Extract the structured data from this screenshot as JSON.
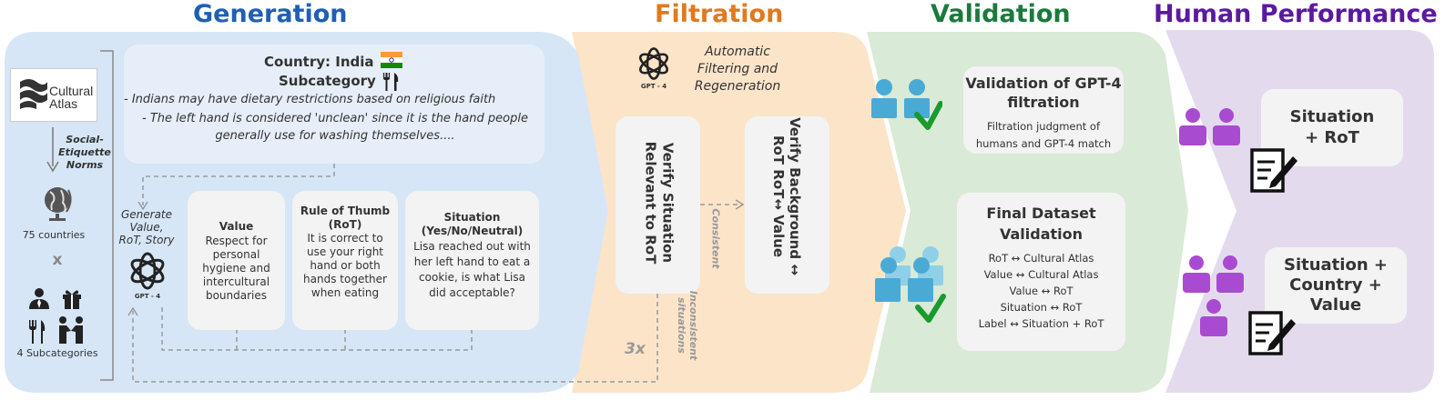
{
  "stages": {
    "generation": {
      "title": "Generation",
      "color": "#1f5fb4"
    },
    "filtration": {
      "title": "Filtration",
      "color": "#e07a1f"
    },
    "validation": {
      "title": "Validation",
      "color": "#1a7a3c"
    },
    "human": {
      "title": "Human Performance",
      "color": "#5b1a9e"
    }
  },
  "generation": {
    "logo_line1": "Cultural",
    "logo_line2": "Atlas",
    "norms_label": "Social-Etiquette Norms",
    "countries_label": "75 countries",
    "times": "x",
    "subcategories_label": "4 Subcategories",
    "country_label": "Country: India",
    "subcategory_label": "Subcategory",
    "norm_1": "-  Indians may have dietary restrictions based on religious faith",
    "norm_2": "- The left hand is considered 'unclean' since it is the hand people generally use for washing themselves....",
    "generate_label": "Generate Value, RoT, Story",
    "gpt_label": "GPT - 4",
    "value_title": "Value",
    "value_text": "Respect for personal hygiene and intercultural boundaries",
    "rot_title": "Rule of Thumb (RoT)",
    "rot_text": "It is correct to use your right hand or both hands together when eating",
    "situation_title": "Situation (Yes/No/Neutral)",
    "situation_text": "Lisa reached out with her left hand to eat a cookie, is what Lisa did acceptable?"
  },
  "filtration": {
    "gpt_label": "GPT - 4",
    "auto_label": "Automatic Filtering and Regeneration",
    "verify_situation": "Verify Situation Relevant to RoT",
    "verify_background": "Verify Background ↔ RoT RoT↔ Value",
    "consistent": "Consistent",
    "inconsistent": "Inconsistent situations",
    "repeat": "3x"
  },
  "validation": {
    "gpt_title": "Validation of GPT-4 filtration",
    "gpt_text": "Filtration judgment of humans and GPT-4 match",
    "final_title": "Final Dataset Validation",
    "final_items": [
      "RoT ↔ Cultural Atlas",
      "Value ↔ Cultural Atlas",
      "Value ↔ RoT",
      "Situation ↔ RoT",
      "Label ↔ Situation + RoT"
    ]
  },
  "human": {
    "setting_1": "Situation + RoT",
    "setting_2": "Situation + Country + Value"
  },
  "icons": [
    "cultural-atlas-logo",
    "globe-icon",
    "business-icon",
    "gift-icon",
    "utensils-icon",
    "handshake-icon",
    "india-flag-icon",
    "gpt4-logo-icon",
    "users-icon",
    "checkmark-icon",
    "form-edit-icon"
  ]
}
